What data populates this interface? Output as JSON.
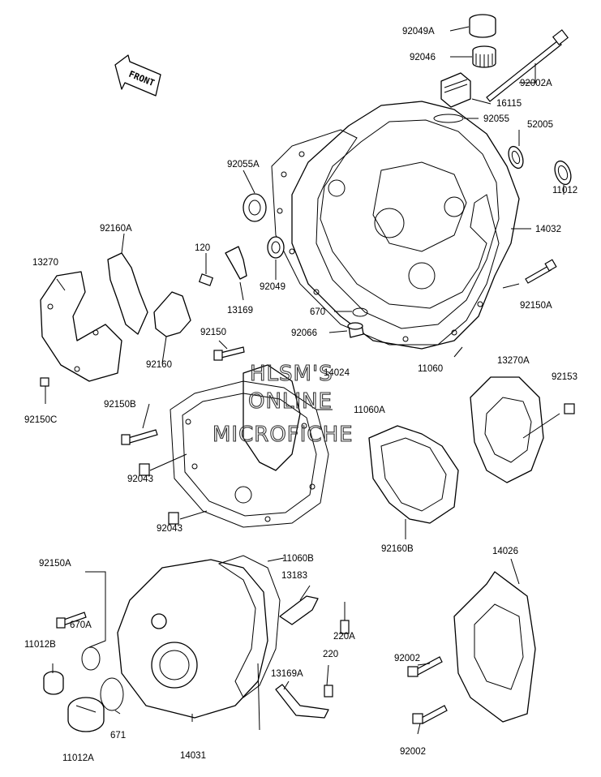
{
  "watermark": {
    "line1": "HLSM'S",
    "line2": "ONLINE",
    "line3": "MICROFICHE"
  },
  "front_arrow_text": "FRONT",
  "labels": [
    {
      "id": "92049A",
      "text": "92049A"
    },
    {
      "id": "92046",
      "text": "92046"
    },
    {
      "id": "92002A",
      "text": "92002A"
    },
    {
      "id": "16115",
      "text": "16115"
    },
    {
      "id": "92055",
      "text": "92055"
    },
    {
      "id": "52005",
      "text": "52005"
    },
    {
      "id": "92055A",
      "text": "92055A"
    },
    {
      "id": "11012",
      "text": "11012"
    },
    {
      "id": "14032",
      "text": "14032"
    },
    {
      "id": "92160A",
      "text": "92160A"
    },
    {
      "id": "13270",
      "text": "13270"
    },
    {
      "id": "120",
      "text": "120"
    },
    {
      "id": "92049",
      "text": "92049"
    },
    {
      "id": "13169",
      "text": "13169"
    },
    {
      "id": "92150A_top",
      "text": "92150A"
    },
    {
      "id": "670",
      "text": "670"
    },
    {
      "id": "92066",
      "text": "92066"
    },
    {
      "id": "92150",
      "text": "92150"
    },
    {
      "id": "92160",
      "text": "92160"
    },
    {
      "id": "11060",
      "text": "11060"
    },
    {
      "id": "13270A",
      "text": "13270A"
    },
    {
      "id": "14024",
      "text": "14024"
    },
    {
      "id": "92153",
      "text": "92153"
    },
    {
      "id": "11060A",
      "text": "11060A"
    },
    {
      "id": "92150B",
      "text": "92150B"
    },
    {
      "id": "92150C",
      "text": "92150C"
    },
    {
      "id": "92043a",
      "text": "92043"
    },
    {
      "id": "92043b",
      "text": "92043"
    },
    {
      "id": "92160B",
      "text": "92160B"
    },
    {
      "id": "14026",
      "text": "14026"
    },
    {
      "id": "11060B",
      "text": "11060B"
    },
    {
      "id": "92150A_bot",
      "text": "92150A"
    },
    {
      "id": "13183",
      "text": "13183"
    },
    {
      "id": "670A",
      "text": "670A"
    },
    {
      "id": "220A",
      "text": "220A"
    },
    {
      "id": "11012B",
      "text": "11012B"
    },
    {
      "id": "92002a",
      "text": "92002"
    },
    {
      "id": "220",
      "text": "220"
    },
    {
      "id": "13169A",
      "text": "13169A"
    },
    {
      "id": "671",
      "text": "671"
    },
    {
      "id": "11012A",
      "text": "11012A"
    },
    {
      "id": "14031",
      "text": "14031"
    },
    {
      "id": "92002b",
      "text": "92002"
    }
  ]
}
